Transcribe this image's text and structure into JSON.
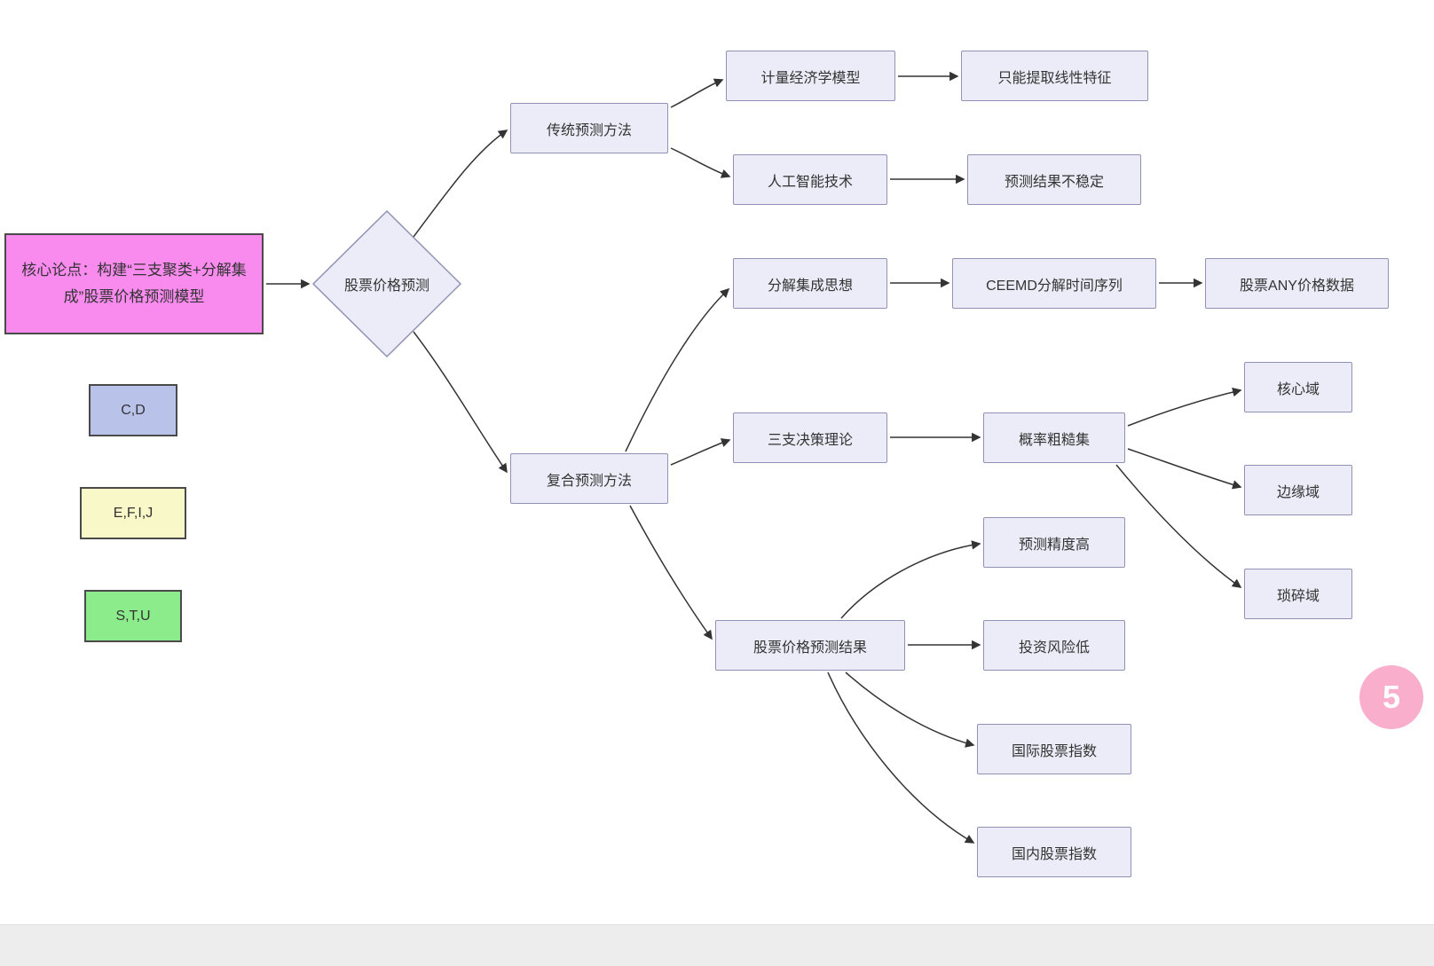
{
  "nodes": {
    "root": "核心论点：构建“三支聚类+分解集成”股票价格预测模型",
    "diamond": "股票价格预测",
    "traditional": "传统预测方法",
    "econometric": "计量经济学模型",
    "linear_only": "只能提取线性特征",
    "ai": "人工智能技术",
    "unstable": "预测结果不稳定",
    "composite": "复合预测方法",
    "decomposition": "分解集成思想",
    "ceemd": "CEEMD分解时间序列",
    "any_price": "股票ANY价格数据",
    "three_way": "三支决策理论",
    "rough_set": "概率粗糙集",
    "core_domain": "核心域",
    "boundary_domain": "边缘域",
    "trivial_domain": "琐碎域",
    "high_accuracy": "预测精度高",
    "result": "股票价格预测结果",
    "low_risk": "投资风险低",
    "intl_index": "国际股票指数",
    "domestic_index": "国内股票指数"
  },
  "legend": {
    "cd": "C,D",
    "efij": "E,F,I,J",
    "stu": "S,T,U"
  },
  "badge": "5",
  "colors": {
    "root_fill": "#f98bee",
    "node_fill": "#ececf8",
    "node_border": "#9191b3",
    "legend_cd_fill": "#b9c3ea",
    "legend_efij_fill": "#f8f8c8",
    "legend_stu_fill": "#8cec8c",
    "arrow": "#333333",
    "badge_fill": "#f9aecb"
  },
  "edges": [
    {
      "from": "root",
      "to": "diamond"
    },
    {
      "from": "diamond",
      "to": "traditional"
    },
    {
      "from": "diamond",
      "to": "composite"
    },
    {
      "from": "traditional",
      "to": "econometric"
    },
    {
      "from": "econometric",
      "to": "linear_only"
    },
    {
      "from": "traditional",
      "to": "ai"
    },
    {
      "from": "ai",
      "to": "unstable"
    },
    {
      "from": "composite",
      "to": "decomposition"
    },
    {
      "from": "decomposition",
      "to": "ceemd"
    },
    {
      "from": "ceemd",
      "to": "any_price"
    },
    {
      "from": "composite",
      "to": "three_way"
    },
    {
      "from": "three_way",
      "to": "rough_set"
    },
    {
      "from": "rough_set",
      "to": "core_domain"
    },
    {
      "from": "rough_set",
      "to": "boundary_domain"
    },
    {
      "from": "rough_set",
      "to": "trivial_domain"
    },
    {
      "from": "composite",
      "to": "result"
    },
    {
      "from": "result",
      "to": "high_accuracy"
    },
    {
      "from": "result",
      "to": "low_risk"
    },
    {
      "from": "result",
      "to": "intl_index"
    },
    {
      "from": "result",
      "to": "domestic_index"
    }
  ]
}
